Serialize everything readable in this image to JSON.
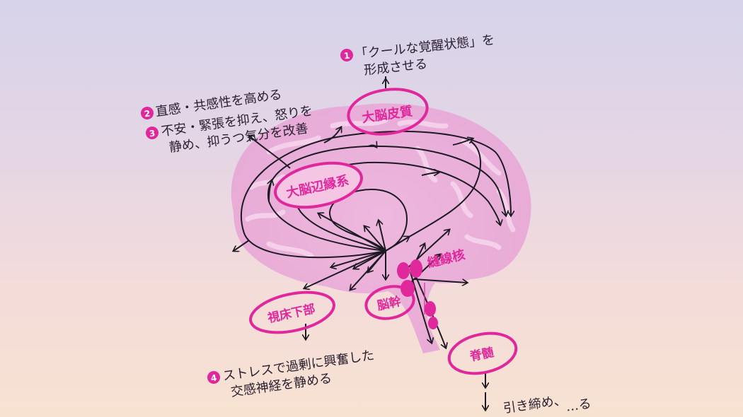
{
  "colors": {
    "accent": "#e0279c",
    "ink": "#1c1a22",
    "brain_fill": "#e6a6d6"
  },
  "labels": {
    "cortex": "大脳皮質",
    "limbic": "大脳辺縁系",
    "hypothalamus": "視床下部",
    "brainstem": "脳幹",
    "raphe": "縫線核",
    "spinal": "脊髄"
  },
  "notes": {
    "n1": {
      "num": "1",
      "line1": "「クールな覚醒状態」を",
      "line2": "形成させる"
    },
    "n2": {
      "num": "2",
      "line1": "直感・共感性を高める"
    },
    "n3": {
      "num": "3",
      "line1": "不安・緊張を抑え、怒りを",
      "line2": "静め、抑うつ気分を改善"
    },
    "n4": {
      "num": "4",
      "line1": "ストレスで過剰に興奮した",
      "line2": "交感神経を静める"
    },
    "n5": {
      "line1": "引き締め、",
      "line2": "…る"
    }
  }
}
